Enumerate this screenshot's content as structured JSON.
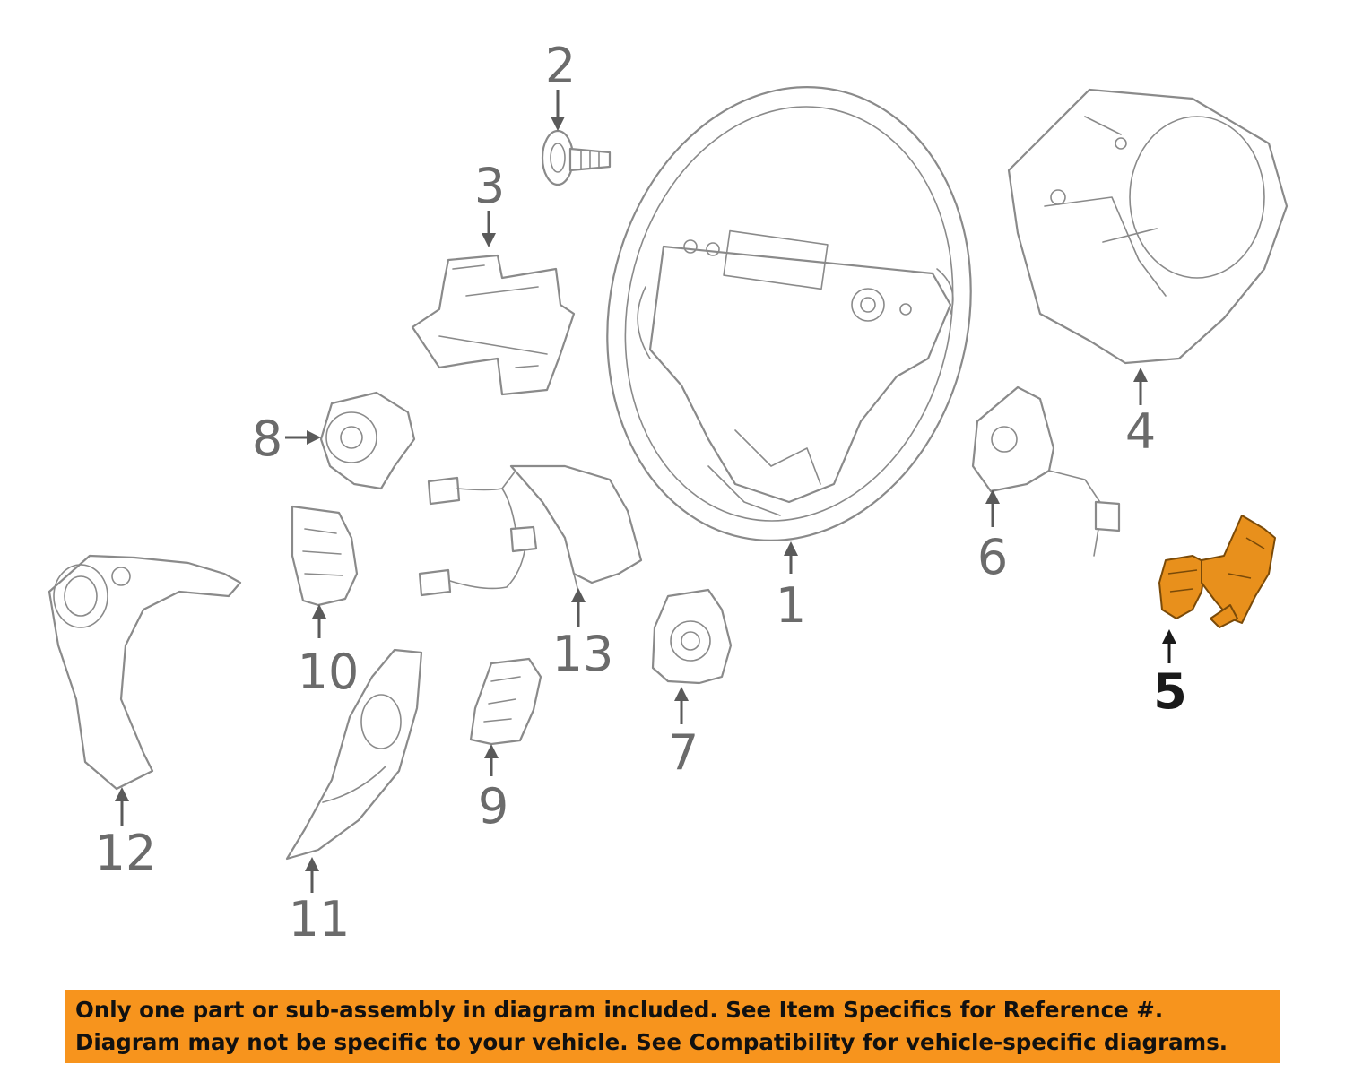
{
  "callouts": {
    "c1": "1",
    "c2": "2",
    "c3": "3",
    "c4": "4",
    "c5": "5",
    "c6": "6",
    "c7": "7",
    "c8": "8",
    "c9": "9",
    "c10": "10",
    "c11": "11",
    "c12": "12",
    "c13": "13"
  },
  "highlighted_part": "5",
  "colors": {
    "highlight": "#e8901c",
    "banner": "#f7941d",
    "line_art": "#8a8a8a"
  },
  "notice": {
    "line1": "Only one part or sub-assembly in diagram included. See Item Specifics for Reference #.",
    "line2": "Diagram may not be specific to your vehicle. See Compatibility for vehicle-specific diagrams."
  }
}
